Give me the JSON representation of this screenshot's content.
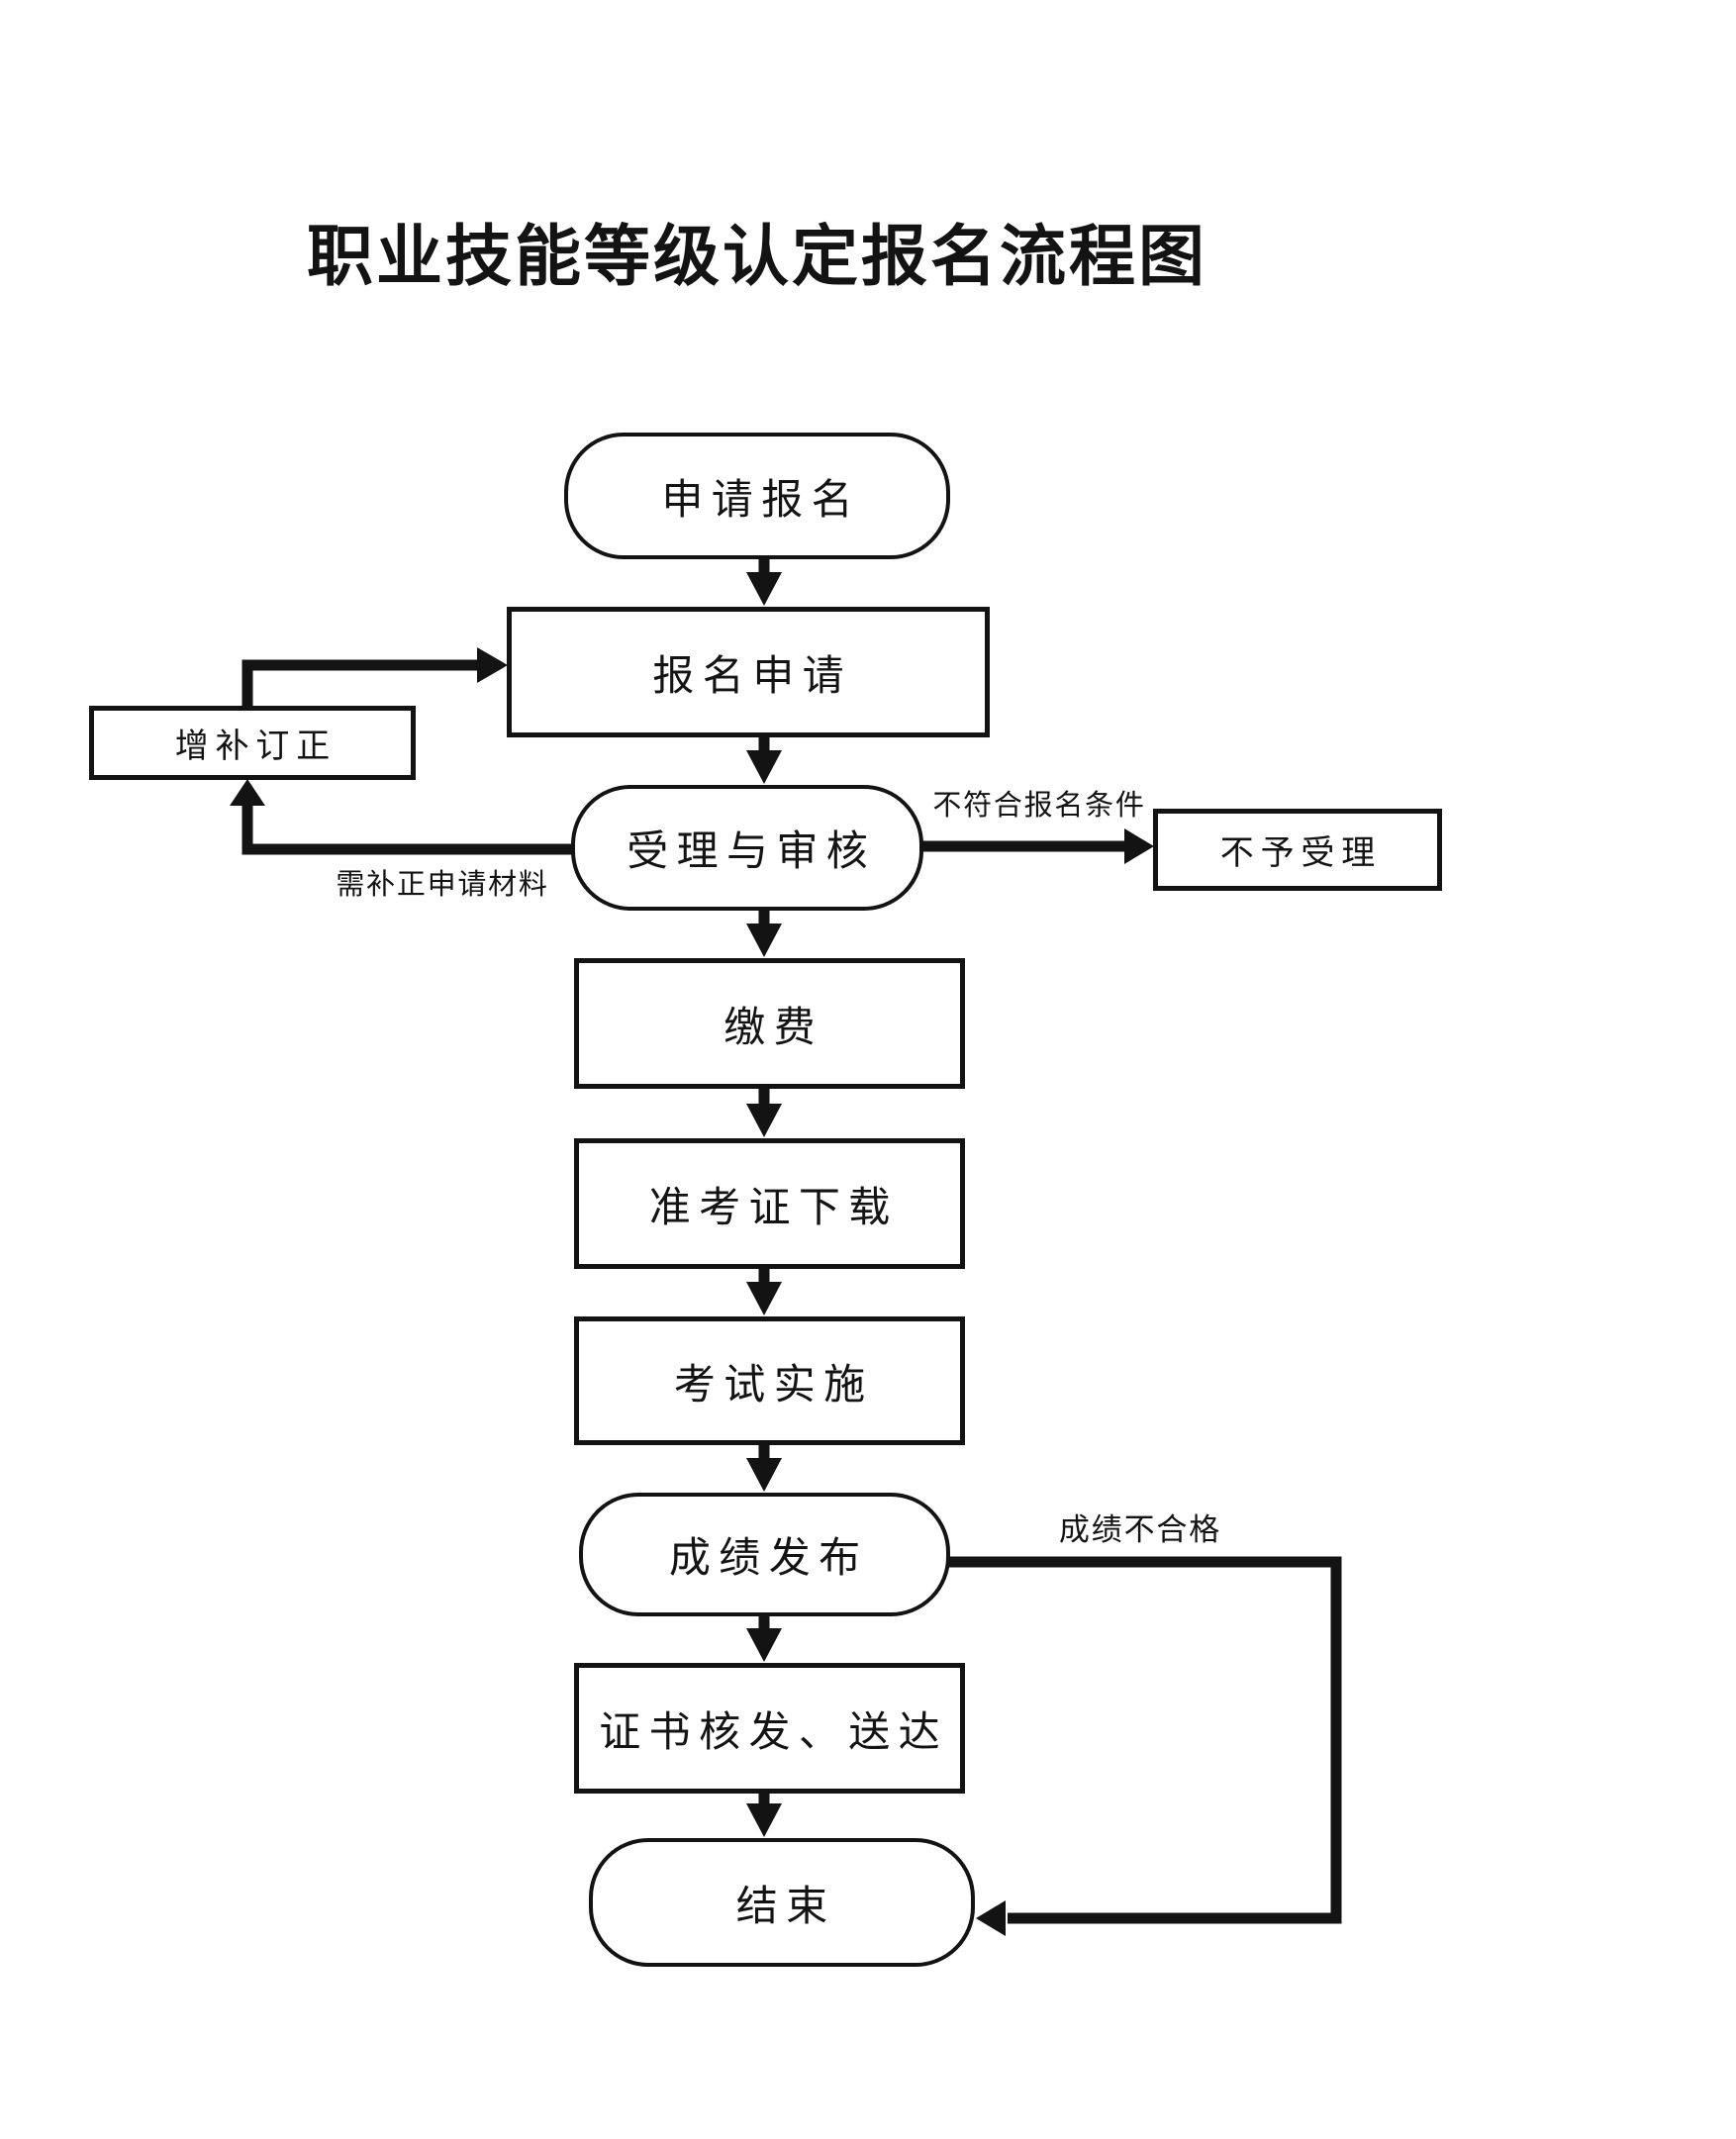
{
  "title": "职业技能等级认定报名流程图",
  "nodes": {
    "apply": {
      "label": "申请报名",
      "shape": "stadium"
    },
    "register": {
      "label": "报名申请",
      "shape": "rect"
    },
    "correction": {
      "label": "增补订正",
      "shape": "rect"
    },
    "review": {
      "label": "受理与审核",
      "shape": "stadium"
    },
    "reject": {
      "label": "不予受理",
      "shape": "rect"
    },
    "payment": {
      "label": "缴费",
      "shape": "rect"
    },
    "ticket": {
      "label": "准考证下载",
      "shape": "rect"
    },
    "exam": {
      "label": "考试实施",
      "shape": "rect"
    },
    "results": {
      "label": "成绩发布",
      "shape": "stadium"
    },
    "certificate": {
      "label": "证书核发、送达",
      "shape": "rect"
    },
    "end": {
      "label": "结束",
      "shape": "stadium"
    }
  },
  "edge_labels": {
    "not_eligible": "不符合报名条件",
    "need_correction": "需补正申请材料",
    "score_fail": "成绩不合格"
  },
  "colors": {
    "ink": "#131313",
    "background": "#ffffff"
  }
}
